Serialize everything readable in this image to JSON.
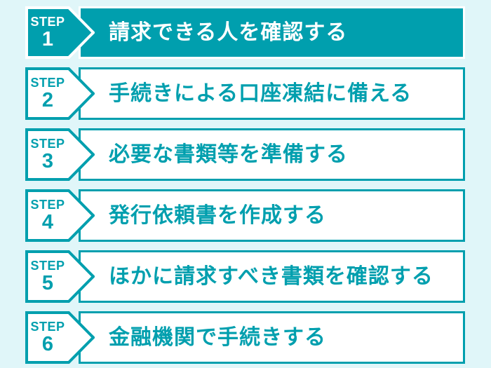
{
  "colors": {
    "teal": "#009fae",
    "background": "#e0f6f9",
    "active_text": "#ffffff"
  },
  "steps": [
    {
      "prefix": "STEP",
      "number": "1",
      "label": "請求できる人を確認する"
    },
    {
      "prefix": "STEP",
      "number": "2",
      "label": "手続きによる口座凍結に備える"
    },
    {
      "prefix": "STEP",
      "number": "3",
      "label": "必要な書類等を準備する"
    },
    {
      "prefix": "STEP",
      "number": "4",
      "label": "発行依頼書を作成する"
    },
    {
      "prefix": "STEP",
      "number": "5",
      "label": "ほかに請求すべき書類を確認する"
    },
    {
      "prefix": "STEP",
      "number": "6",
      "label": "金融機関で手続きする"
    }
  ]
}
